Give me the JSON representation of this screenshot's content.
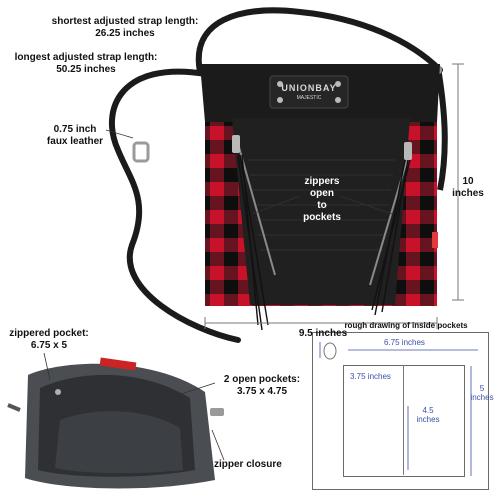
{
  "labels": {
    "shortest_strap_title": "shortest adjusted strap length:",
    "shortest_strap_value": "26.25 inches",
    "longest_strap_title": "longest adjusted strap length:",
    "longest_strap_value": "50.25 inches",
    "leather_line1": "0.75 inch",
    "leather_line2": "faux leather",
    "zippers_line1": "zippers",
    "zippers_line2": "open",
    "zippers_line3": "to",
    "zippers_line4": "pockets",
    "height": "10",
    "height_unit": "inches",
    "width": "9.5 inches",
    "zippered_pocket_title": "zippered pocket:",
    "zippered_pocket_size": "6.75 x 5",
    "open_pockets_title": "2 open pockets:",
    "open_pockets_size": "3.75 x 4.75",
    "zipper_closure": "zipper closure"
  },
  "brand": {
    "name": "UNIONBAY",
    "sub": "MAJESTIC"
  },
  "drawing": {
    "title": "rough drawing of inside pockets",
    "top_dim": "6.75 inches",
    "side_dim_value": "5",
    "side_dim_unit": "inches",
    "left_pocket_dim": "3.75 inches",
    "mid_dim_value": "4.5",
    "mid_dim_unit": "inches"
  },
  "colors": {
    "plaid_red": "#c8122a",
    "plaid_black": "#151515",
    "bag_black": "#1b1b1b",
    "interior_gray": "#4a4d52",
    "dimension_blue": "#3b4fa8"
  }
}
